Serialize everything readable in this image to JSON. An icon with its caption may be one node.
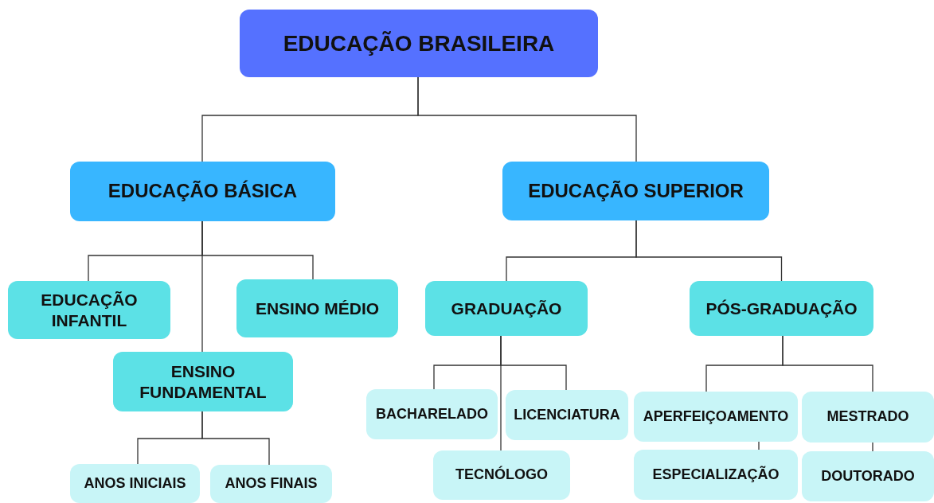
{
  "diagram": {
    "nodes": [
      {
        "text": [
          "EDUCAÇÃO BRASILEIRA"
        ]
      },
      {
        "text": [
          "EDUCAÇÃO BÁSICA"
        ]
      },
      {
        "text": [
          "EDUCAÇÃO SUPERIOR"
        ]
      },
      {
        "text": [
          "EDUCAÇÃO INFANTIL"
        ]
      },
      {
        "text": [
          "ENSINO MÉDIO"
        ]
      },
      {
        "text": [
          "ENSINO FUNDAMENTAL"
        ]
      },
      {
        "text": [
          "ANOS INICIAIS"
        ]
      },
      {
        "text": [
          "ANOS FINAIS"
        ]
      },
      {
        "text": [
          "GRADUAÇÃO"
        ]
      },
      {
        "text": [
          "PÓS-GRADUAÇÃO"
        ]
      },
      {
        "text": [
          "BACHARELADO"
        ]
      },
      {
        "text": [
          "LICENCIATURA"
        ]
      },
      {
        "text": [
          "TECNÓLOGO"
        ]
      },
      {
        "text": [
          "APERFEIÇOAMENTO"
        ]
      },
      {
        "text": [
          "MESTRADO"
        ]
      },
      {
        "text": [
          "ESPECIALIZAÇÃO"
        ]
      },
      {
        "text": [
          "DOUTORADO"
        ]
      }
    ],
    "edges": [
      {
        "from": 0,
        "to": 1,
        "arrow": "none"
      },
      {
        "from": 0,
        "to": 2,
        "arrow": "none"
      },
      {
        "from": 1,
        "to": 3,
        "arrow": "none"
      },
      {
        "from": 1,
        "to": 4,
        "arrow": "none"
      },
      {
        "from": 1,
        "to": 5,
        "arrow": "none"
      },
      {
        "from": 5,
        "to": 6,
        "arrow": "none"
      },
      {
        "from": 5,
        "to": 7,
        "arrow": "none"
      },
      {
        "from": 2,
        "to": 8,
        "arrow": "none"
      },
      {
        "from": 2,
        "to": 9,
        "arrow": "none"
      },
      {
        "from": 8,
        "to": 10,
        "arrow": "none"
      },
      {
        "from": 8,
        "to": 11,
        "arrow": "none"
      },
      {
        "from": 8,
        "to": 12,
        "arrow": "none"
      },
      {
        "from": 9,
        "to": 13,
        "arrow": "none"
      },
      {
        "from": 9,
        "to": 14,
        "arrow": "none"
      },
      {
        "from": 13,
        "to": 15,
        "arrow": "none"
      },
      {
        "from": 14,
        "to": 16,
        "arrow": "none"
      }
    ]
  }
}
